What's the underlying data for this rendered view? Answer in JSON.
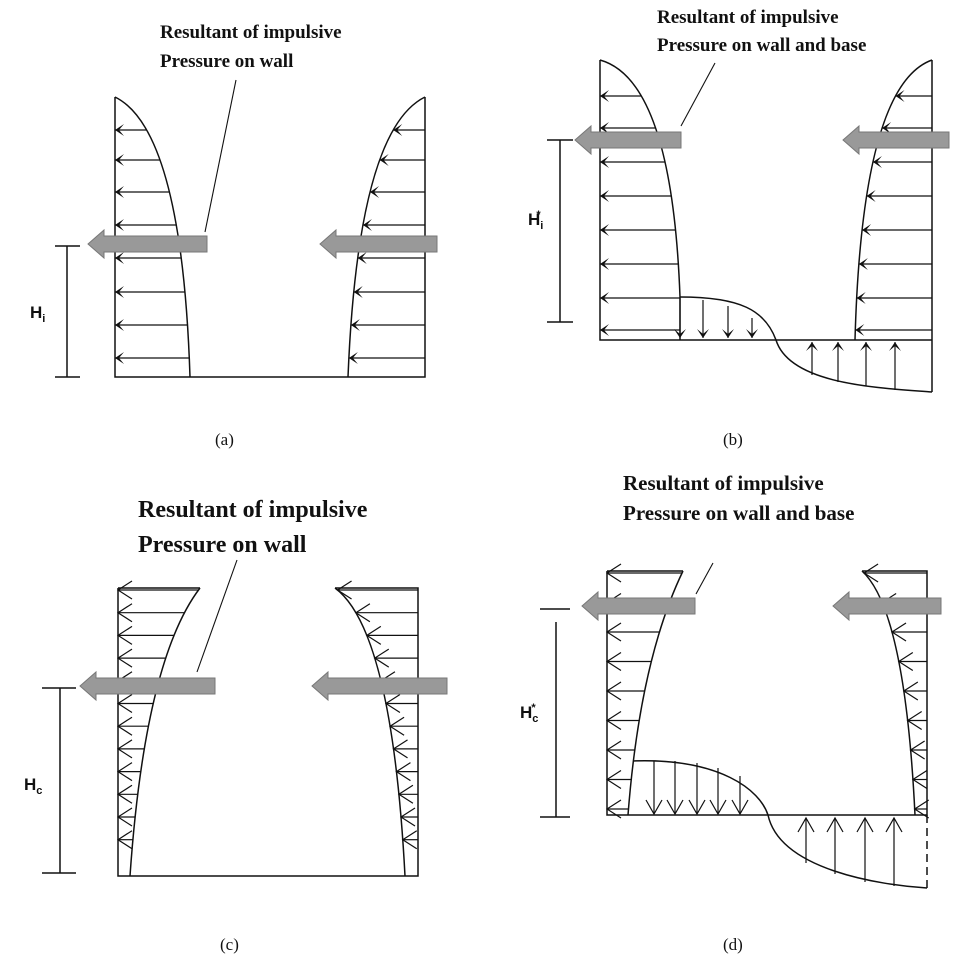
{
  "panels": [
    {
      "id": "a",
      "title_line1": "Resultant of impulsive",
      "title_line2": "Pressure on wall",
      "height_label": "H",
      "height_sub": "i",
      "height_sup": "",
      "caption": "(a)"
    },
    {
      "id": "b",
      "title_line1": "Resultant of impulsive",
      "title_line2": "Pressure on wall and base",
      "height_label": "H",
      "height_sub": "i",
      "height_sup": "*",
      "caption": "(b)"
    },
    {
      "id": "c",
      "title_line1": "Resultant of impulsive",
      "title_line2": "Pressure on wall",
      "height_label": "H",
      "height_sub": "c",
      "height_sup": "",
      "caption": "(c)"
    },
    {
      "id": "d",
      "title_line1": "Resultant of impulsive",
      "title_line2": "Pressure on wall and base",
      "height_label": "H",
      "height_sub": "c",
      "height_sup": "*",
      "caption": "(d)"
    }
  ],
  "colors": {
    "resultant_arrow": "#999999",
    "line": "#111111"
  }
}
